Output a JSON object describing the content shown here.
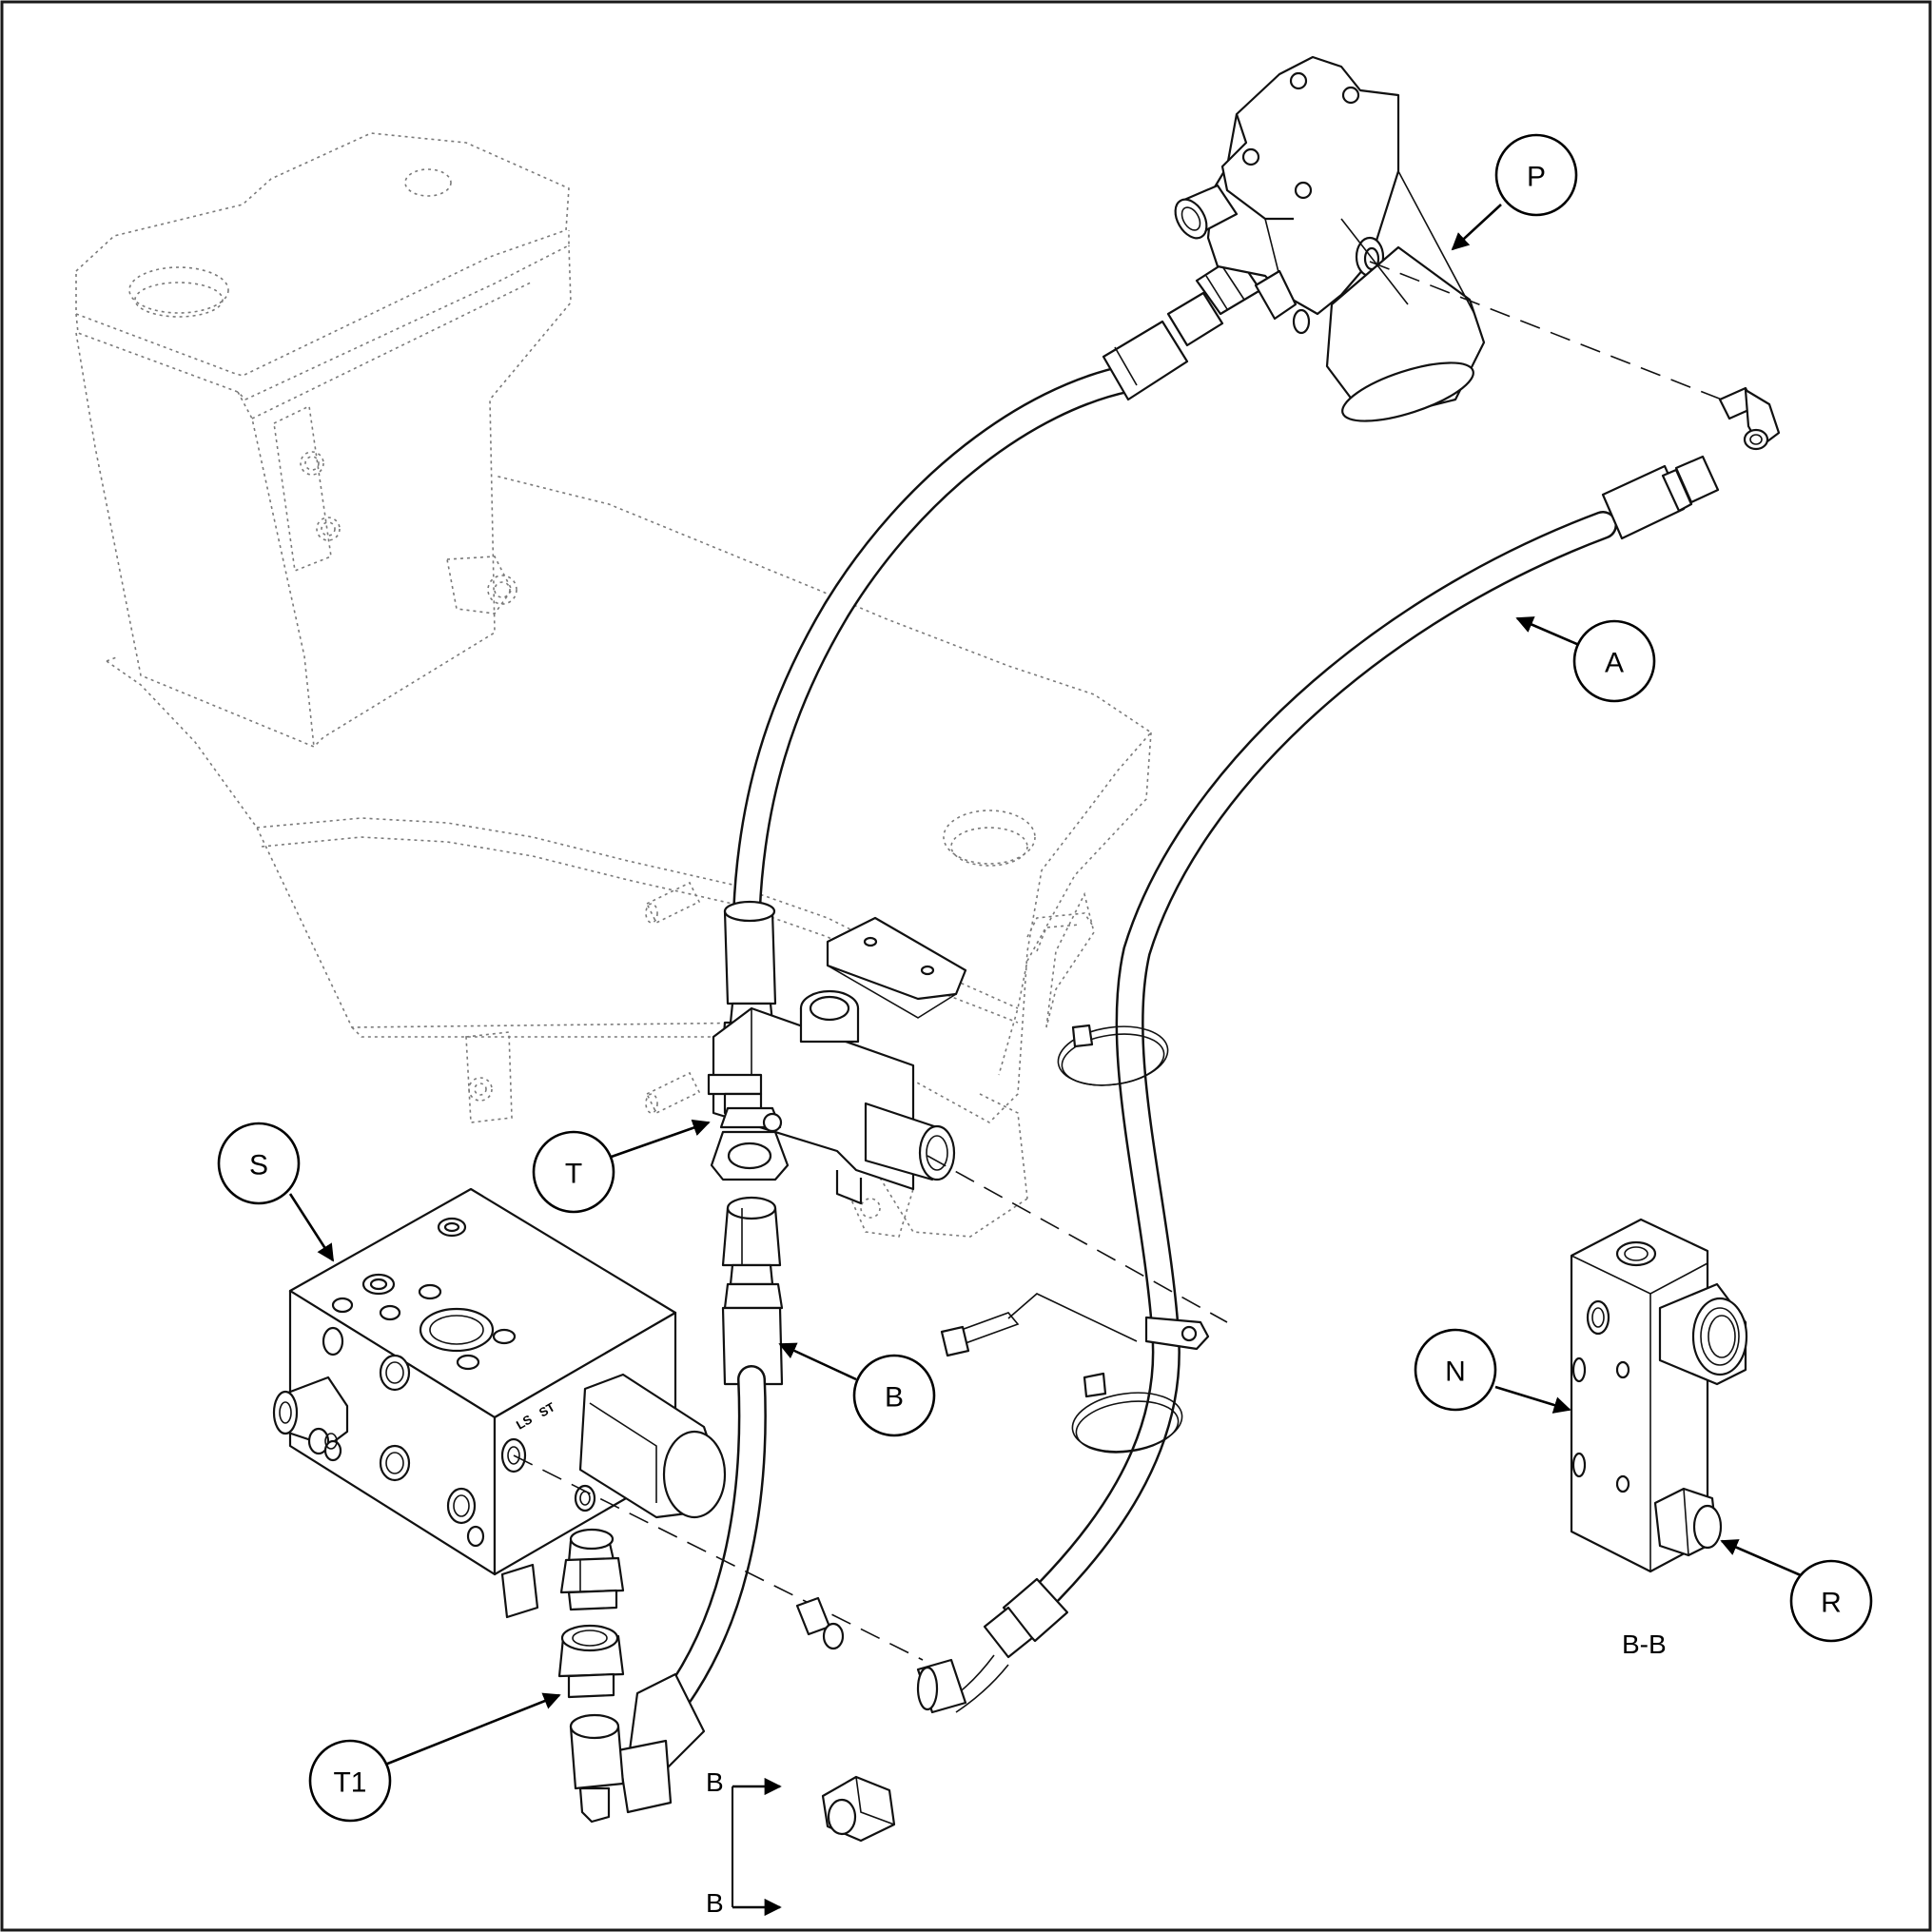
{
  "callouts": {
    "P": "P",
    "A": "A",
    "S": "S",
    "T": "T",
    "B": "B",
    "N": "N",
    "R": "R",
    "T1": "T1"
  },
  "section_view": {
    "title": "B-B",
    "marker_top": "B",
    "marker_bottom": "B"
  },
  "valve_marking": {
    "ls": "LS",
    "st": "ST"
  }
}
